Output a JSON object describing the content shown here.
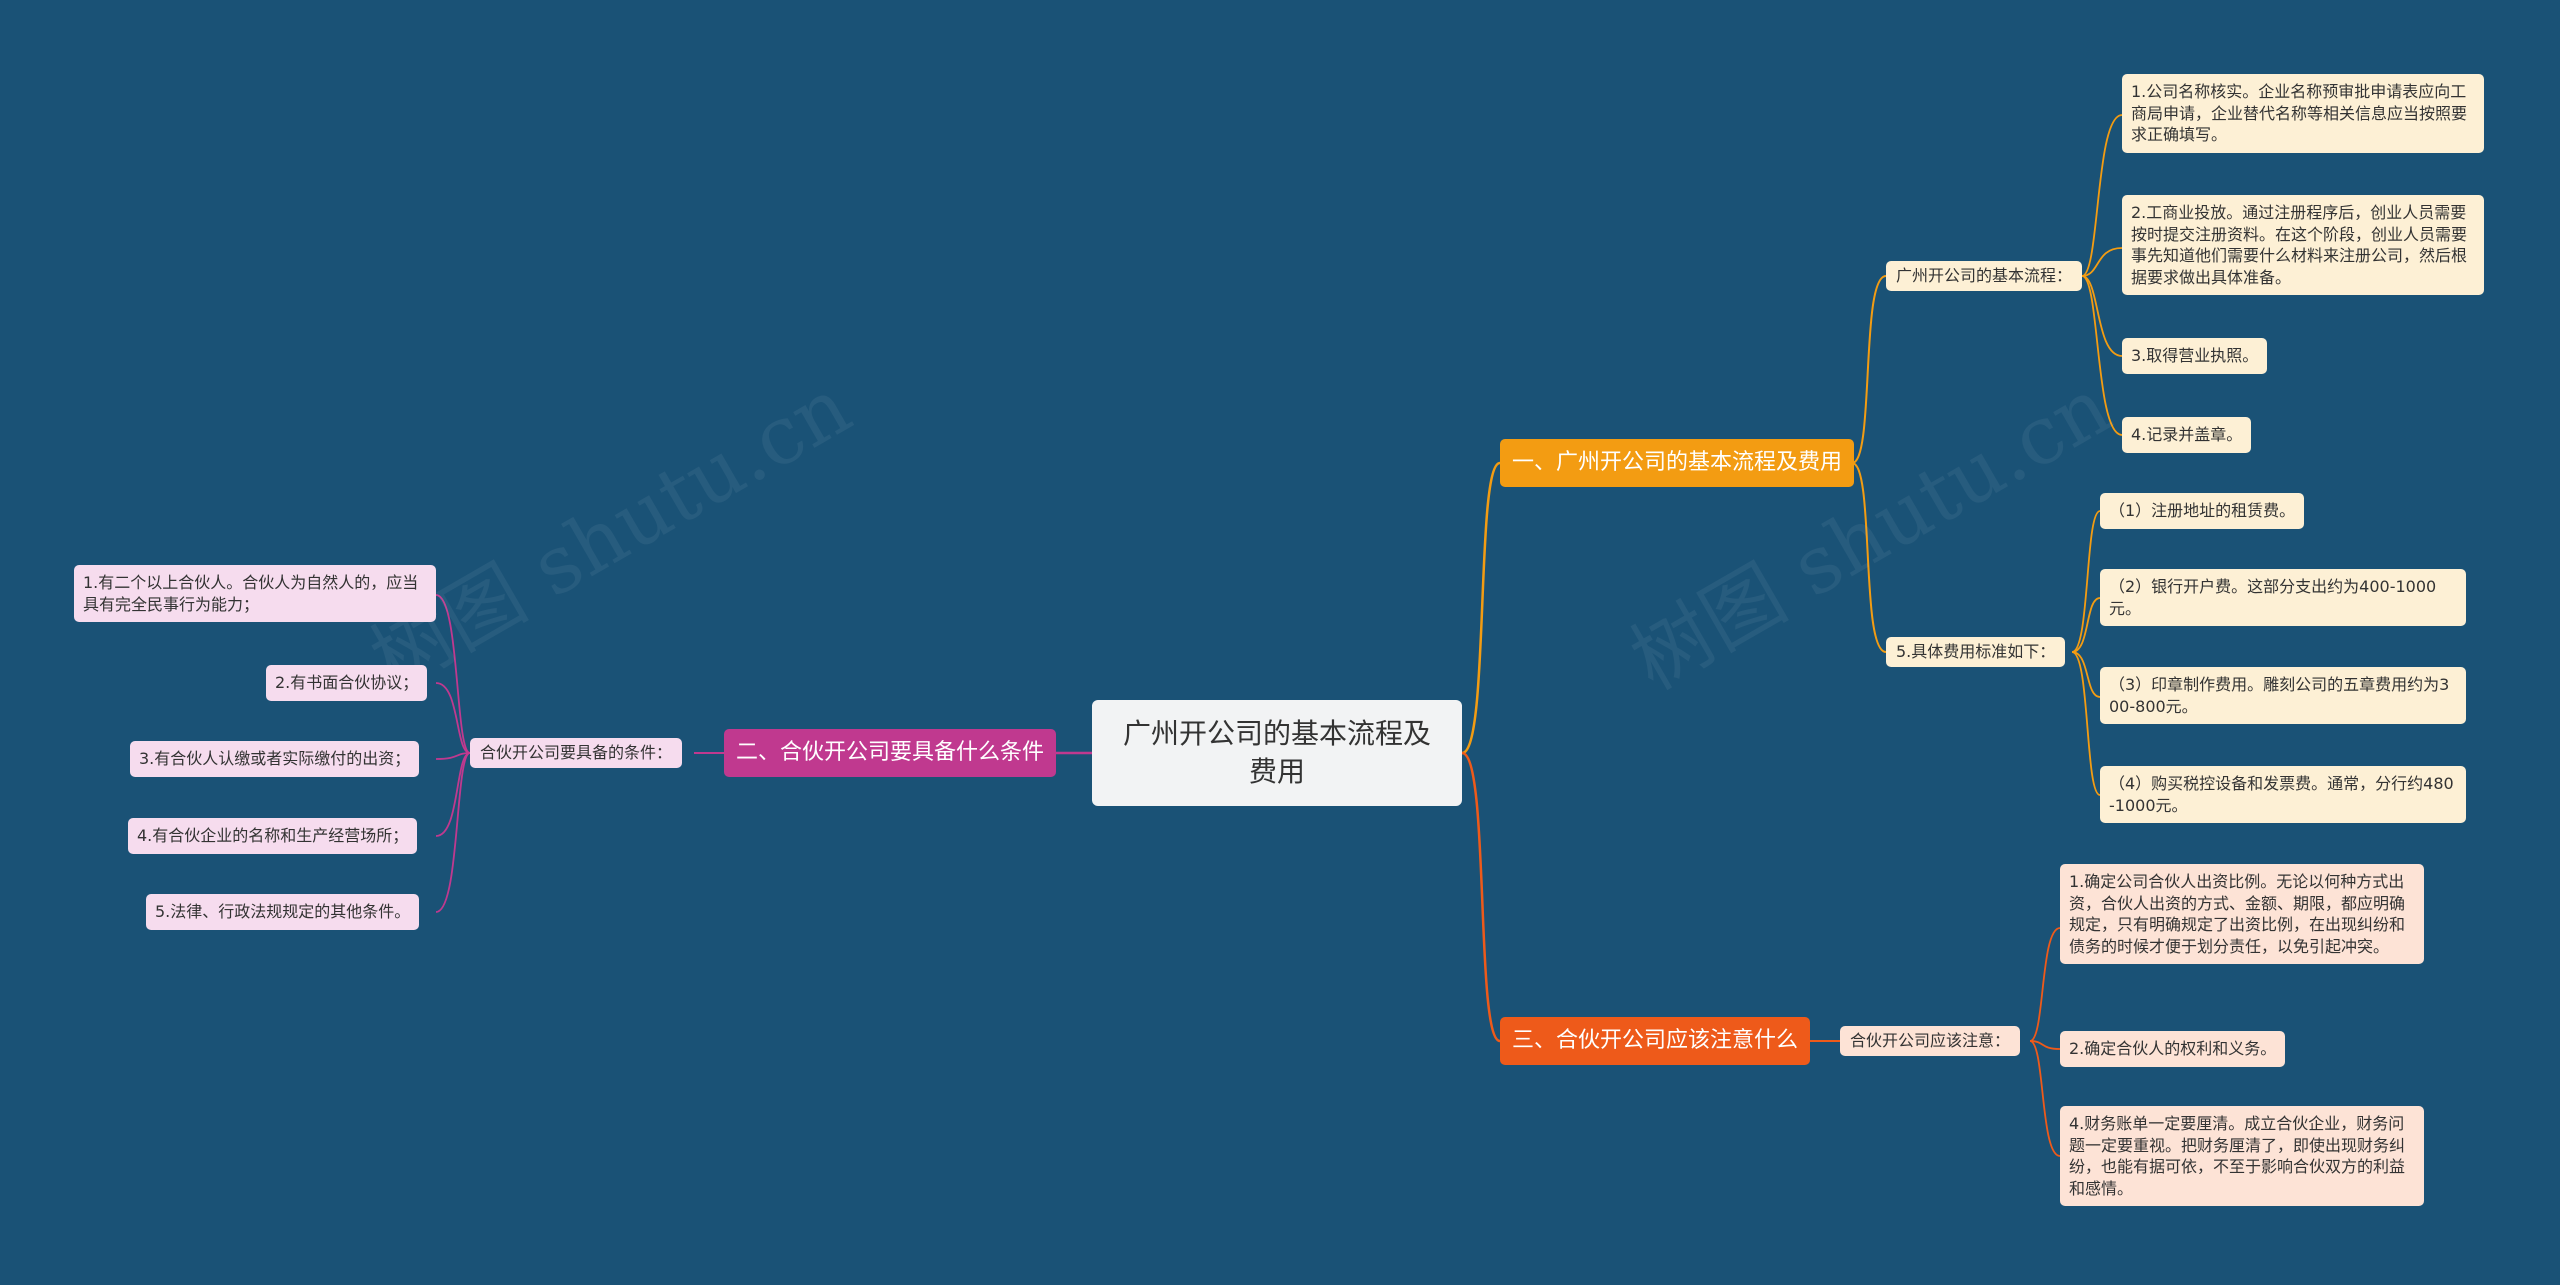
{
  "watermark": "树图 shutu.cn",
  "center": "广州开公司的基本流程及费用",
  "branch1": {
    "title": "一、广州开公司的基本流程及费用",
    "sub1": {
      "label": "广州开公司的基本流程：",
      "items": [
        "1.公司名称核实。企业名称预审批申请表应向工商局申请，企业替代名称等相关信息应当按照要求正确填写。",
        "2.工商业投放。通过注册程序后，创业人员需要按时提交注册资料。在这个阶段，创业人员需要事先知道他们需要什么材料来注册公司，然后根据要求做出具体准备。",
        "3.取得营业执照。",
        "4.记录并盖章。"
      ]
    },
    "sub2": {
      "label": "5.具体费用标准如下：",
      "items": [
        "（1）注册地址的租赁费。",
        "（2）银行开户费。这部分支出约为400-1000元。",
        "（3）印章制作费用。雕刻公司的五章费用约为300-800元。",
        "（4）购买税控设备和发票费。通常，分行约480-1000元。"
      ]
    }
  },
  "branch2": {
    "title": "二、合伙开公司要具备什么条件",
    "sub": {
      "label": "合伙开公司要具备的条件：",
      "items": [
        "1.有二个以上合伙人。合伙人为自然人的，应当具有完全民事行为能力；",
        "2.有书面合伙协议；",
        "3.有合伙人认缴或者实际缴付的出资；",
        "4.有合伙企业的名称和生产经营场所；",
        "5.法律、行政法规规定的其他条件。"
      ]
    }
  },
  "branch3": {
    "title": "三、合伙开公司应该注意什么",
    "sub": {
      "label": "合伙开公司应该注意：",
      "items": [
        "1.确定公司合伙人出资比例。无论以何种方式出资，合伙人出资的方式、金额、期限，都应明确规定，只有明确规定了出资比例，在出现纠纷和债务的时候才便于划分责任，以免引起冲突。",
        "2.确定合伙人的权利和义务。",
        "4.财务账单一定要厘清。成立合伙企业，财务问题一定要重视。把财务厘清了，即使出现财务纠纷，也能有据可依，不至于影响合伙双方的利益和感情。"
      ]
    }
  },
  "colors": {
    "background": "#1a5276",
    "orange": "#f39c12",
    "red": "#ee5a1a",
    "pink": "#c0398f"
  }
}
